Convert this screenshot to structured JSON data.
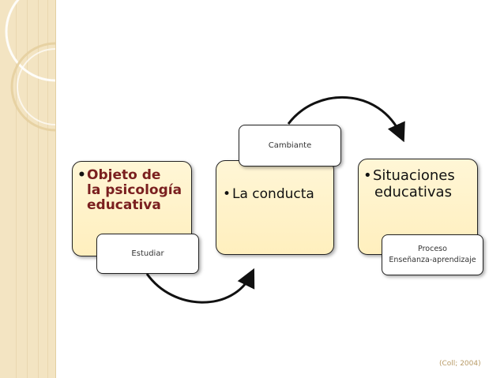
{
  "diagram": {
    "box1": {
      "bullet": "•",
      "lines": [
        "Objeto de",
        "la psicología",
        "educativa"
      ]
    },
    "box2": {
      "bullet": "•",
      "text": "La conducta"
    },
    "box3": {
      "bullet": "•",
      "lines": [
        "Situaciones",
        "educativas"
      ]
    },
    "label1": "Estudiar",
    "label2": "Cambiante",
    "label3": {
      "line1": "Proceso",
      "line2": "Enseñanza-aprendizaje"
    }
  },
  "citation": "(Coll; 2004)",
  "colors": {
    "sidebar": "#f3e4c2",
    "box_fill": "#fff3cc",
    "box1_text_accent": "#7a1f1f",
    "citation": "#b89b66"
  }
}
